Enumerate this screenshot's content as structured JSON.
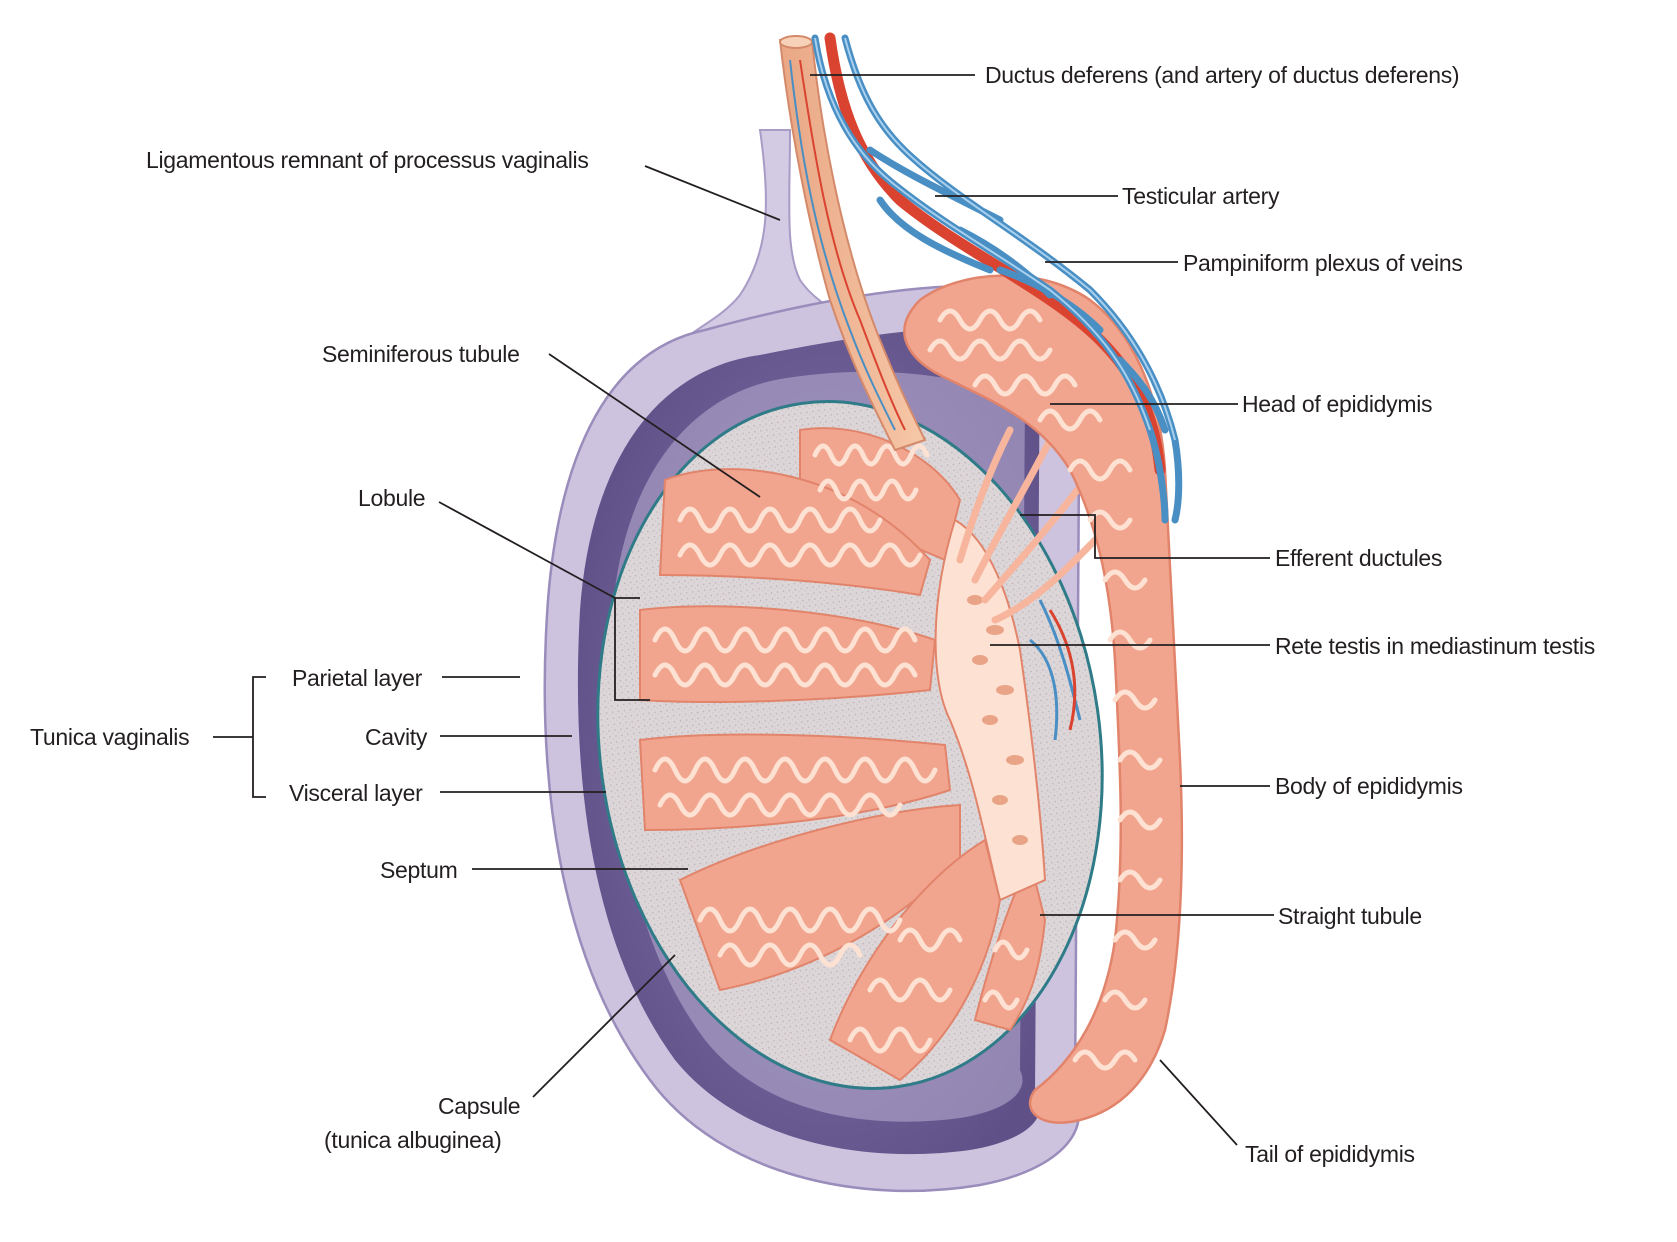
{
  "labels": {
    "ductus_deferens": "Ductus deferens (and artery of ductus deferens)",
    "ligamentous_remnant": "Ligamentous remnant of processus vaginalis",
    "testicular_artery": "Testicular artery",
    "pampiniform_plexus": "Pampiniform plexus of veins",
    "seminiferous_tubule": "Seminiferous tubule",
    "head_of_epididymis": "Head of epididymis",
    "lobule": "Lobule",
    "efferent_ductules": "Efferent ductules",
    "rete_testis": "Rete testis in mediastinum testis",
    "tunica_vaginalis": "Tunica vaginalis",
    "parietal_layer": "Parietal layer",
    "cavity": "Cavity",
    "visceral_layer": "Visceral layer",
    "body_of_epididymis": "Body of epididymis",
    "septum": "Septum",
    "straight_tubule": "Straight tubule",
    "capsule_line1": "Capsule",
    "capsule_line2": "(tunica albuginea)",
    "tail_of_epididymis": "Tail of epididymis"
  },
  "colors": {
    "tunica_outer": "#c9bfdc",
    "cavity": "#6f5f95",
    "capsule_edge": "#2f7c88",
    "stroma": "#d9d3d6",
    "tubule": "#f2a58e",
    "tubule_light": "#fde1d2",
    "artery": "#d9432f",
    "vein": "#4a8fc4"
  }
}
